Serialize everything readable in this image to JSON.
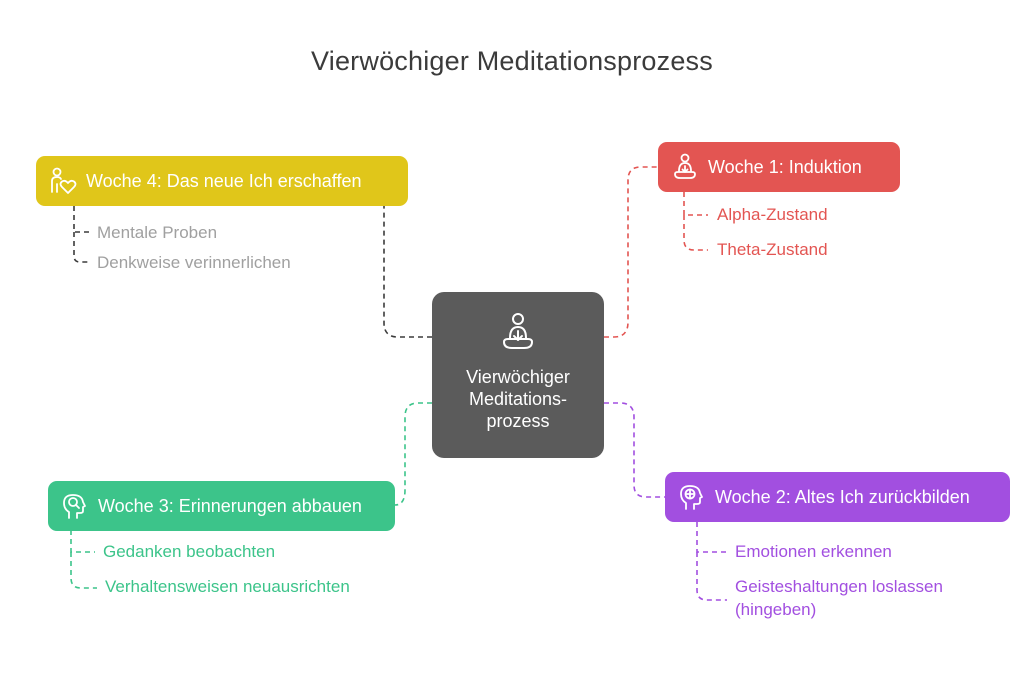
{
  "title": "Vierwöchiger Meditationsprozess",
  "center": {
    "lines": [
      "Vierwöchiger",
      "Meditations-",
      "prozess"
    ],
    "icon": "meditation-person-icon",
    "color": "#5b5b5b"
  },
  "nodes": {
    "week1": {
      "label": "Woche 1: Induktion",
      "icon": "meditation-person-icon",
      "color": "#e35552",
      "items": [
        "Alpha-Zustand",
        "Theta-Zustand"
      ]
    },
    "week2": {
      "label": "Woche 2: Altes Ich zurückbilden",
      "icon": "head-brain-icon",
      "color": "#a24fe0",
      "items": [
        "Emotionen erkennen",
        "Geisteshaltungen loslassen",
        "(hingeben)"
      ]
    },
    "week3": {
      "label": "Woche 3: Erinnerungen abbauen",
      "icon": "head-search-icon",
      "color": "#3cc48a",
      "items": [
        "Gedanken beobachten",
        "Verhaltensweisen neuausrichten"
      ]
    },
    "week4": {
      "label": "Woche 4: Das neue Ich erschaffen",
      "icon": "person-heart-icon",
      "color": "#e0c61a",
      "items": [
        "Mentale Proben",
        "Denkweise verinnerlichen"
      ],
      "item_color": "#a0a0a0"
    }
  }
}
